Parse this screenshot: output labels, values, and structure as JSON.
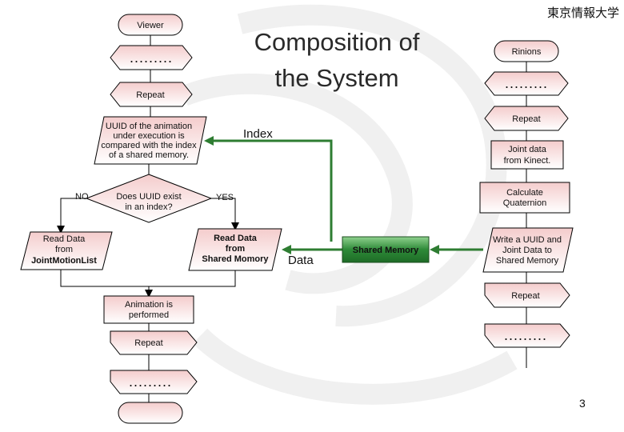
{
  "header": {
    "university": "東京情報大学"
  },
  "title": {
    "line1": "Composition of",
    "line2": "the System"
  },
  "viewer": {
    "label": "Viewer",
    "dots_top": ".........",
    "repeat_top": "Repeat",
    "uuid_note": [
      "UUID of the animation",
      "under execution is",
      "compared with the index",
      "of a shared memory."
    ],
    "decision": [
      "Does UUID exist",
      "in an index?"
    ],
    "no_label": "NO",
    "yes_label": "YES",
    "read_list": [
      "Read Data",
      "from",
      "JointMotionList"
    ],
    "read_shared": [
      "Read Data",
      "from",
      "Shared Momory"
    ],
    "animation": [
      "Animation is",
      "performed"
    ],
    "repeat_bottom": "Repeat",
    "dots_bottom": "........."
  },
  "middle": {
    "index_label": "Index",
    "data_label": "Data",
    "shared_memory": "Shared Memory"
  },
  "rinions": {
    "label": "Rinions",
    "dots_top": ".........",
    "repeat_top": "Repeat",
    "joint_data": [
      "Joint data",
      "from Kinect."
    ],
    "calculate": [
      "Calculate",
      "Quaternion"
    ],
    "write": [
      "Write a UUID and",
      "Joint Data to",
      "Shared Memory"
    ],
    "repeat_bottom": "Repeat",
    "dots_bottom": "........."
  },
  "page_number": "3",
  "colors": {
    "pink_top": "#f6d2d2",
    "pink_bottom": "#ffffff",
    "shared_memory_fill": "#2e8a38",
    "arrow_green": "#2e7d32"
  }
}
